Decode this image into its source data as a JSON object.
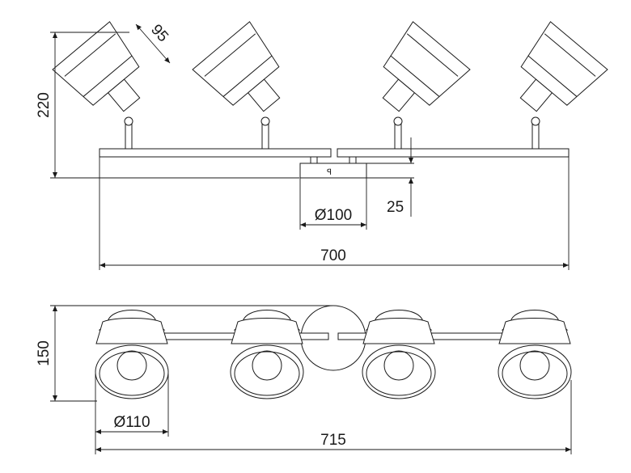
{
  "dimensions": {
    "side_height": "220",
    "head_width": "95",
    "canopy_diameter": "Ø100",
    "bar_thickness": "25",
    "side_length": "700",
    "top_depth": "150",
    "shade_diameter": "Ø110",
    "top_length": "715"
  },
  "colors": {
    "line": "#1a1a1a",
    "background": "#ffffff"
  }
}
